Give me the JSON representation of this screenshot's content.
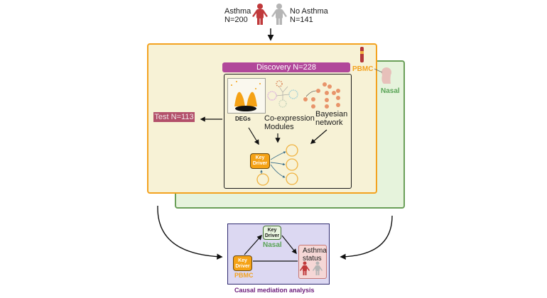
{
  "cohort": {
    "asthma_label": "Asthma",
    "asthma_n": "N=200",
    "no_asthma_label": "No Asthma",
    "no_asthma_n": "N=141"
  },
  "tissues": {
    "pbmc": "PBMC",
    "nasal": "Nasal"
  },
  "discovery": {
    "label": "Discovery  N=228"
  },
  "test": {
    "label": "Test  N=113"
  },
  "methods": {
    "degs": "DEGs",
    "coexp_line1": "Co-expression",
    "coexp_line2": "Modules",
    "bayes_line1": "Bayesian",
    "bayes_line2": "network"
  },
  "key_driver": {
    "line1": "Key",
    "line2": "Driver"
  },
  "mediation": {
    "title": "Causal mediation analysis",
    "asthma_line1": "Asthma",
    "asthma_line2": "status",
    "nasal_label": "Nasal",
    "pbmc_label": "PBMC"
  },
  "colors": {
    "asthma_person": "#c0393b",
    "no_asthma_person": "#b5b5b5",
    "pbmc": "#f3a21f",
    "nasal": "#5aa457",
    "discovery": "#b1479a",
    "test": "#b3506a",
    "mediation_title": "#6a1b7a"
  }
}
